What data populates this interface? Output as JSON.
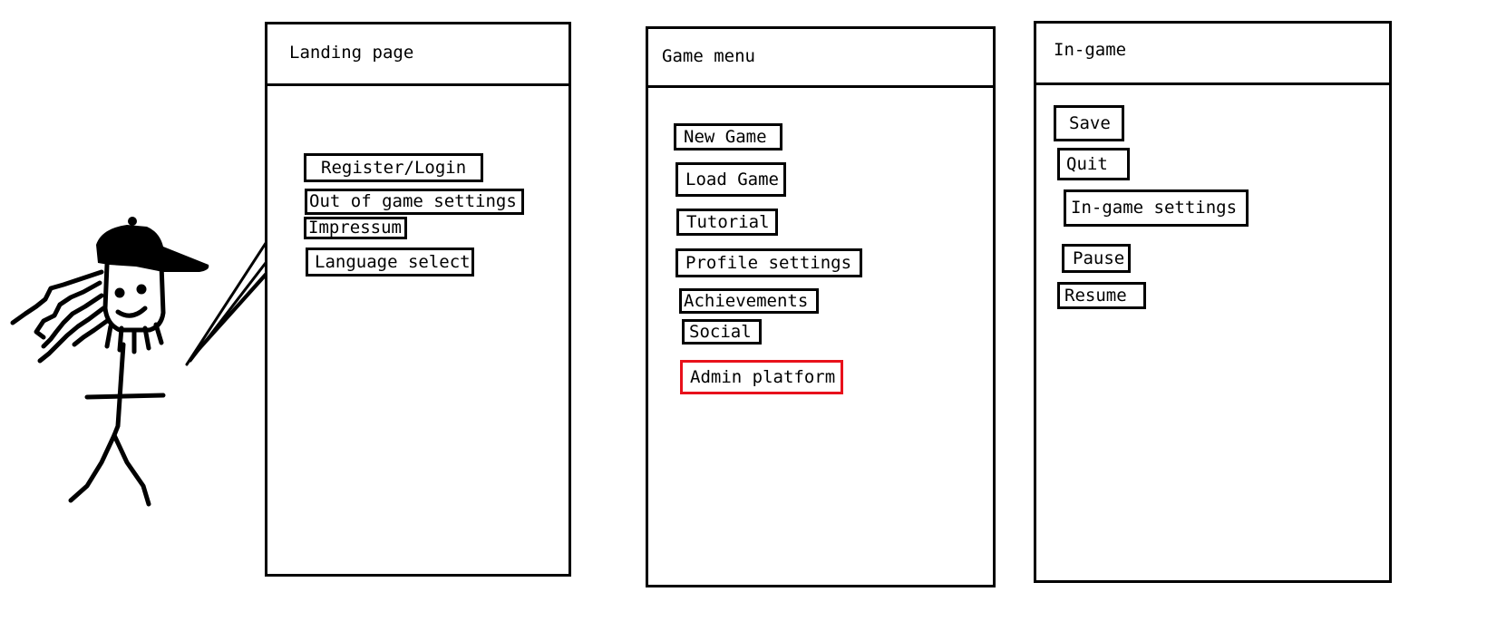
{
  "colors": {
    "stroke": "#000000",
    "admin_border": "#e8111b",
    "background": "#ffffff"
  },
  "landing": {
    "title": "Landing page",
    "items": [
      "Register/Login",
      "Out of game settings",
      "Impressum",
      "Language select"
    ]
  },
  "game_menu": {
    "title": "Game menu",
    "items": [
      "New Game",
      "Load Game",
      "Tutorial",
      "Profile settings",
      "Achievements",
      "Social",
      "Admin platform"
    ]
  },
  "in_game": {
    "title": "In-game",
    "items": [
      "Save",
      "Quit",
      "In-game settings",
      "Pause",
      "Resume"
    ]
  },
  "figure": {
    "icon": "stick-figure-user-icon"
  }
}
